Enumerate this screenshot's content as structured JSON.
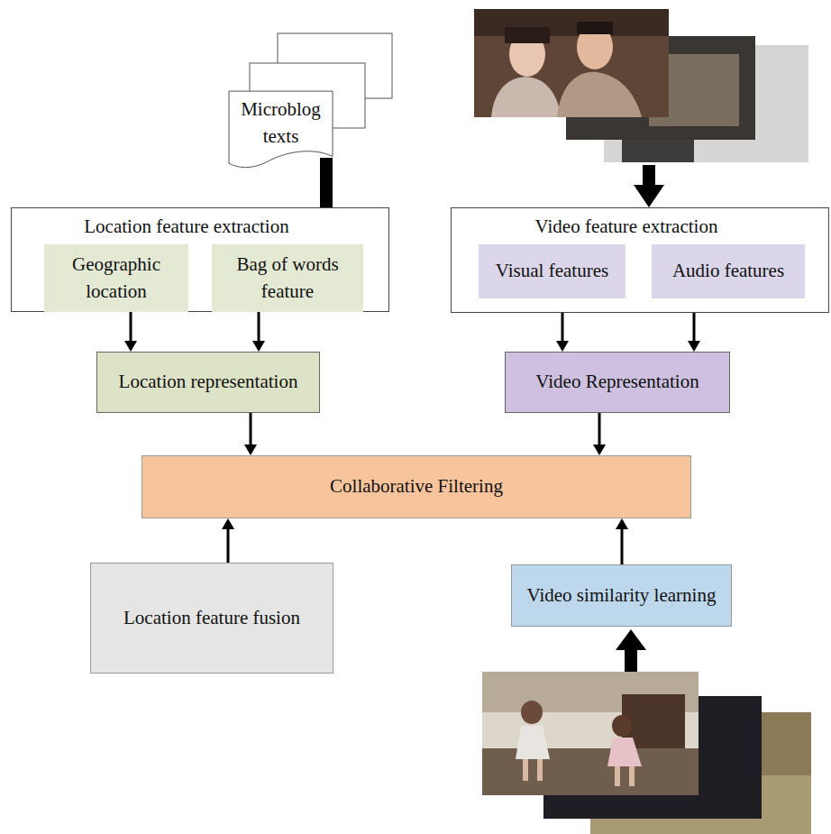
{
  "diagram": {
    "nodes": [
      {
        "text": [
          "Microblog texts"
        ]
      },
      {
        "text": [
          "Location feature extraction"
        ]
      },
      {
        "text": [
          "Geographic location"
        ],
        "in": 1
      },
      {
        "text": [
          "Bag of words feature"
        ],
        "in": 1
      },
      {
        "text": [
          "Video feature extraction"
        ]
      },
      {
        "text": [
          "Visual features"
        ],
        "in": 4
      },
      {
        "text": [
          "Audio features"
        ],
        "in": 4
      },
      {
        "text": [
          "Location representation"
        ]
      },
      {
        "text": [
          "Video Representation"
        ]
      },
      {
        "text": [
          "Collaborative Filtering"
        ]
      },
      {
        "text": [
          "Location feature fusion"
        ]
      },
      {
        "text": [
          "Video similarity learning"
        ]
      }
    ],
    "edges": [
      {
        "from": 0,
        "to": 3,
        "arrow": "to"
      },
      {
        "from": 2,
        "to": 7,
        "arrow": "to"
      },
      {
        "from": 3,
        "to": 7,
        "arrow": "to"
      },
      {
        "from": 5,
        "to": 8,
        "arrow": "to"
      },
      {
        "from": 6,
        "to": 8,
        "arrow": "to"
      },
      {
        "from": 7,
        "to": 9,
        "arrow": "to"
      },
      {
        "from": 8,
        "to": 9,
        "arrow": "to"
      },
      {
        "from": 10,
        "to": 9,
        "arrow": "to"
      },
      {
        "from": 11,
        "to": 9,
        "arrow": "to"
      }
    ]
  }
}
